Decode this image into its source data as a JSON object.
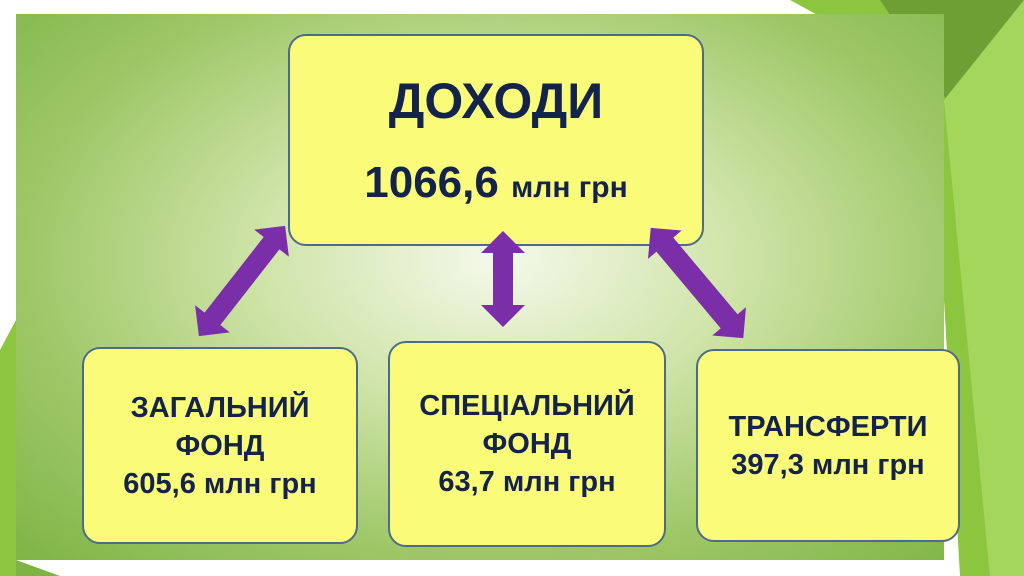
{
  "colors": {
    "box_fill": "#fbfb7a",
    "box_border": "#4d6a8a",
    "text": "#14234a",
    "arrow": "#7a2fa8",
    "accent_green": "#7cb342"
  },
  "top": {
    "title": "ДОХОДИ",
    "amount": "1066,6",
    "unit": "млн грн"
  },
  "children": [
    {
      "line1": "ЗАГАЛЬНИЙ",
      "line2": "ФОНД",
      "amount": "605,6 млн грн"
    },
    {
      "line1": "СПЕЦІАЛЬНИЙ",
      "line2": "ФОНД",
      "amount": "63,7 млн грн"
    },
    {
      "line1": "ТРАНСФЕРТИ",
      "amount": "397,3 млн грн"
    }
  ]
}
